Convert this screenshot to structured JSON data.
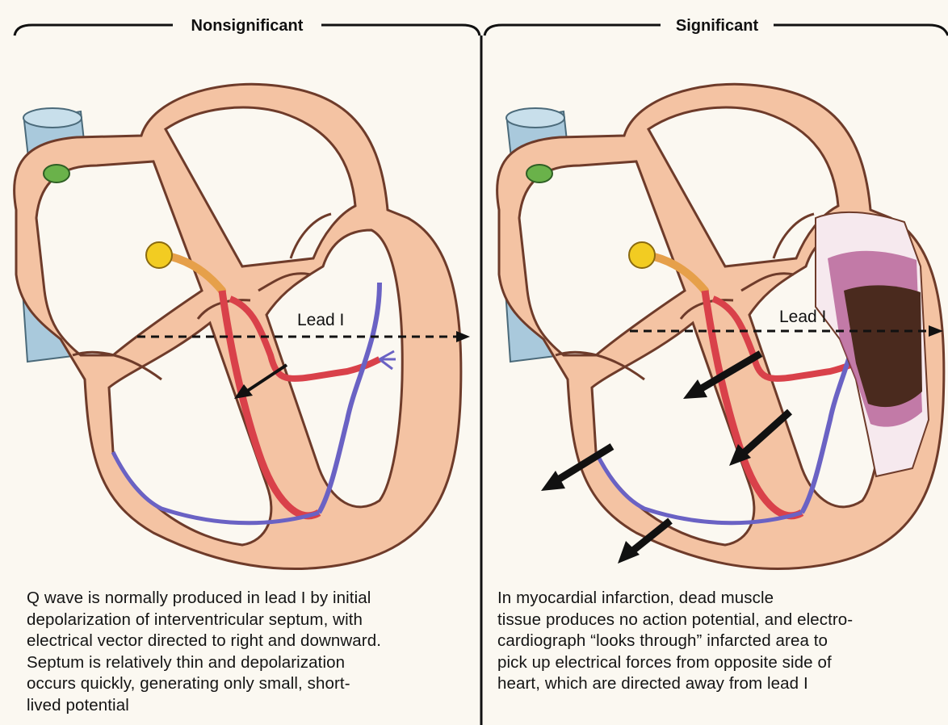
{
  "panels": {
    "left": {
      "title": "Nonsignificant",
      "lead_label": "Lead I",
      "caption_lines": [
        "Q wave is normally produced in lead I by initial",
        "depolarization of interventricular septum, with",
        "electrical vector directed to right and downward.",
        "Septum is relatively thin and depolarization",
        "occurs quickly, generating only small, short-",
        "lived potential"
      ]
    },
    "right": {
      "title": "Significant",
      "lead_label": "Lead I",
      "caption_lines": [
        "In myocardial infarction, dead muscle",
        "tissue produces no action potential, and electro-",
        "cardiograph “looks through” infarcted area to",
        "pick up electrical forces from opposite side of",
        "heart, which are directed away from lead I"
      ]
    }
  },
  "colors": {
    "myocardium": "#f4c3a3",
    "outline": "#6e3b2a",
    "vessel": "#a9c9dc",
    "his_bundle": "#d9414a",
    "purkinje": "#6a62c4",
    "infarct": "#4a2a1e",
    "infarct_border": "#b0548f"
  }
}
